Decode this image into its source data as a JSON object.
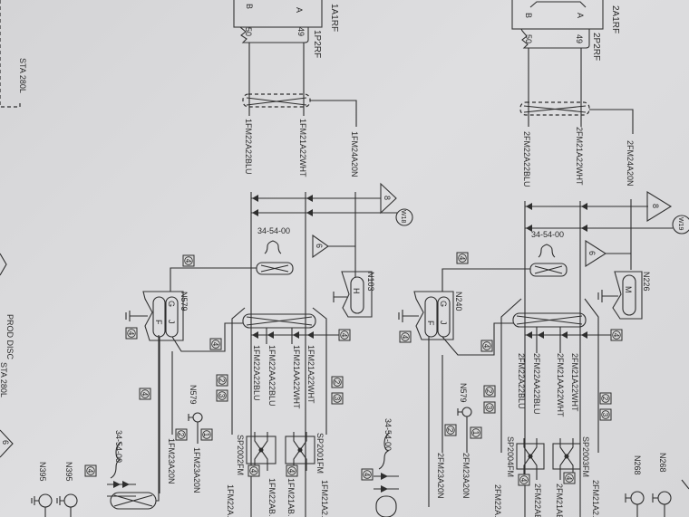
{
  "left_harness": {
    "connector": "1A1RF",
    "plug": "1P2RF",
    "pin_a": "A",
    "pin_b": "B",
    "pin_50": "50",
    "pin_49": "49",
    "wire_blu": "1FM22A22BLU",
    "wire_wht": "1FM21A22WHT",
    "wire_shield": "1FM24A20N",
    "ref_triangle_8": "8",
    "ref_triangle_6": "6",
    "ref_circle": "W18",
    "section_ref": "34-54-00",
    "ground_box_top": "N103",
    "ground_box_top_pin": "H",
    "ground_box_main": "N579",
    "pin_g": "G",
    "pin_j": "J",
    "pin_f": "F",
    "branch_labels": [
      "1FM22A22BLU",
      "1FM22AA22BLU",
      "1FM21AA22WHT",
      "1FM21A22WHT"
    ],
    "ground_stud": "N579",
    "splice_1": "SP2002FM",
    "splice_2": "SP2001FM",
    "bottom_labels": [
      "1FM23A20N",
      "1FM23A20N",
      "1FM22A...",
      "1FM22AB...",
      "1FM21AB...",
      "1FM21A2..."
    ]
  },
  "right_harness": {
    "connector": "2A1RF",
    "plug": "2P2RF",
    "pin_a": "A",
    "pin_b": "B",
    "pin_50": "50",
    "pin_49": "49",
    "wire_blu": "2FM22A22BLU",
    "wire_wht": "2FM21A22WHT",
    "wire_shield": "2FM24A20N",
    "ref_triangle_8": "8",
    "ref_triangle_6": "6",
    "ref_circle": "W19",
    "section_ref": "34-54-00",
    "ground_box_top": "N226",
    "ground_box_top_pin": "M",
    "ground_box_main": "N240",
    "pin_g": "G",
    "pin_j": "J",
    "pin_f": "F",
    "branch_labels": [
      "2FM22A22BLU",
      "2FM22AA22BLU",
      "2FM21AA22WHT",
      "2FM21A22WHT"
    ],
    "ground_stud": "N579",
    "splice_1": "SP2004FM",
    "splice_2": "SP2003FM",
    "bottom_labels": [
      "2FM23A20N",
      "2FM23A20N",
      "2FM22A...",
      "2FM22AE...",
      "2FM21AE...",
      "2FM21A2..."
    ],
    "studs": [
      "N268",
      "N268"
    ]
  },
  "left_margin": {
    "station_top": "STA 280L",
    "prod_disc": "PROD DISC",
    "station_bottom": "STA 280L",
    "section_ref": "34-54-00",
    "studs": [
      "N395",
      "N395"
    ],
    "triangle_6": "6"
  },
  "badges": [
    "4",
    "4",
    "4",
    "4",
    "2",
    "3",
    "2",
    "3",
    "4",
    "1",
    "2",
    "4",
    "4",
    "4",
    "4",
    "4",
    "4",
    "4",
    "2",
    "3",
    "2",
    "3",
    "1",
    "2",
    "4",
    "4",
    "4"
  ]
}
